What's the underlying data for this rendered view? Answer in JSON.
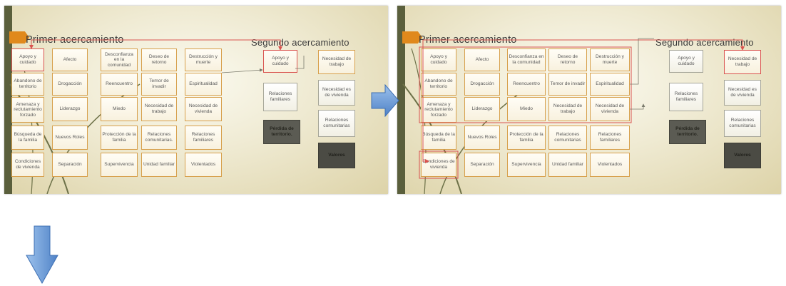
{
  "slides": [
    {
      "title_left": "Primer acercamiento",
      "title_right": "Segundo acercamiento",
      "grid": [
        [
          "Apoyo y cuidado",
          "Afecto",
          "Desconfianza en la comunidad",
          "Deseo de retorno",
          "Destrucción y muerte"
        ],
        [
          "Abandono de territorio",
          "Drogacción",
          "Reencuentro",
          "Temor de invadir",
          "Espiritualidad"
        ],
        [
          "Amenaza y reclutamiento forzado",
          "Liderazgo",
          "Miedo",
          "Necesidad de trabajo",
          "Necesidad de vivienda"
        ],
        [
          "Búsqueda de la familia",
          "Nuevos Roles",
          "Protección de la familia",
          "Relaciones comunitarias.",
          "Relaciones familiares"
        ],
        [
          "Condiciones de vivienda",
          "Separación",
          "Supervivencia",
          "Unidad familiar",
          "Violentados"
        ]
      ],
      "second": [
        "Apoyo y cuidado",
        "Relaciones familiares",
        "Pérdida de territorio."
      ],
      "third": [
        "Necesidad de trabajo",
        "Necesidad es de vivienda",
        "Relaciones comunitarias",
        "Valores"
      ]
    },
    {
      "title_left": "Primer acercamiento",
      "title_right": "Segundo acercamiento",
      "grid": [
        [
          "Apoyo y cuidado",
          "Afecto",
          "Desconfianza en la comunidad",
          "Deseo de retorno",
          "Destrucción y muerte"
        ],
        [
          "Abandono de territorio",
          "Drogacción",
          "Reencuentro",
          "Temor de invadir",
          "Espiritualidad"
        ],
        [
          "Amenaza y reclutamiento forzado",
          "Liderazgo",
          "Miedo",
          "Necesidad de trabajo",
          "Necesidad de vivienda"
        ],
        [
          "Búsqueda de la familia",
          "Nuevos Roles",
          "Protección de la familia",
          "Relaciones comunitarias",
          "Relaciones familiares"
        ],
        [
          "Condiciones de vivienda",
          "Separación",
          "Supervivencia",
          "Unidad familiar",
          "Violentados"
        ]
      ],
      "second": [
        "Apoyo y cuidado",
        "Relaciones familiares",
        "Pérdida de territorio."
      ],
      "third": [
        "Necesidad de trabajo",
        "Necesidad es de vivienda",
        "Relaciones comunitarias",
        "Valores"
      ]
    }
  ],
  "colors": {
    "banner": "#e0891c",
    "left_bar": "#5a5f3c",
    "box_border": "#d7a04c",
    "highlight": "#d9534f",
    "arrow_fill": "#5b8fd0",
    "dark_box": "#5b5b53"
  },
  "arrows": [
    "right-arrow-icon",
    "down-arrow-icon"
  ]
}
